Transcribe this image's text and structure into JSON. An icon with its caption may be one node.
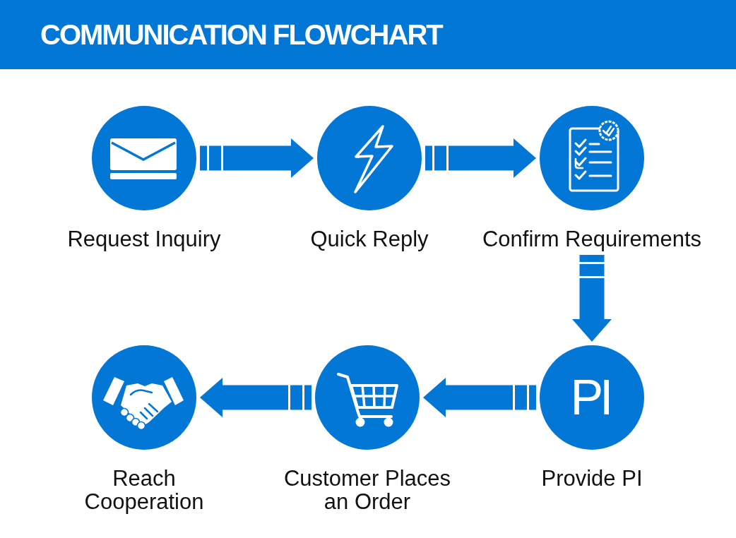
{
  "diagram": {
    "title": "COMMUNICATION FLOWCHART",
    "nodes": [
      {
        "text": [
          "Request Inquiry"
        ]
      },
      {
        "text": [
          "Quick Reply"
        ]
      },
      {
        "text": [
          "Confirm Requirements"
        ]
      },
      {
        "text": [
          "Reach Cooperation"
        ]
      },
      {
        "text": [
          "Customer Places an Order"
        ]
      },
      {
        "text": [
          "PI",
          "Provide PI"
        ]
      }
    ],
    "edges": [
      {
        "from": 0,
        "to": 1,
        "arrow": "to"
      },
      {
        "from": 1,
        "to": 2,
        "arrow": "to"
      },
      {
        "from": 2,
        "to": 5,
        "arrow": "to"
      },
      {
        "from": 5,
        "to": 4,
        "arrow": "to"
      },
      {
        "from": 4,
        "to": 3,
        "arrow": "to"
      }
    ]
  }
}
